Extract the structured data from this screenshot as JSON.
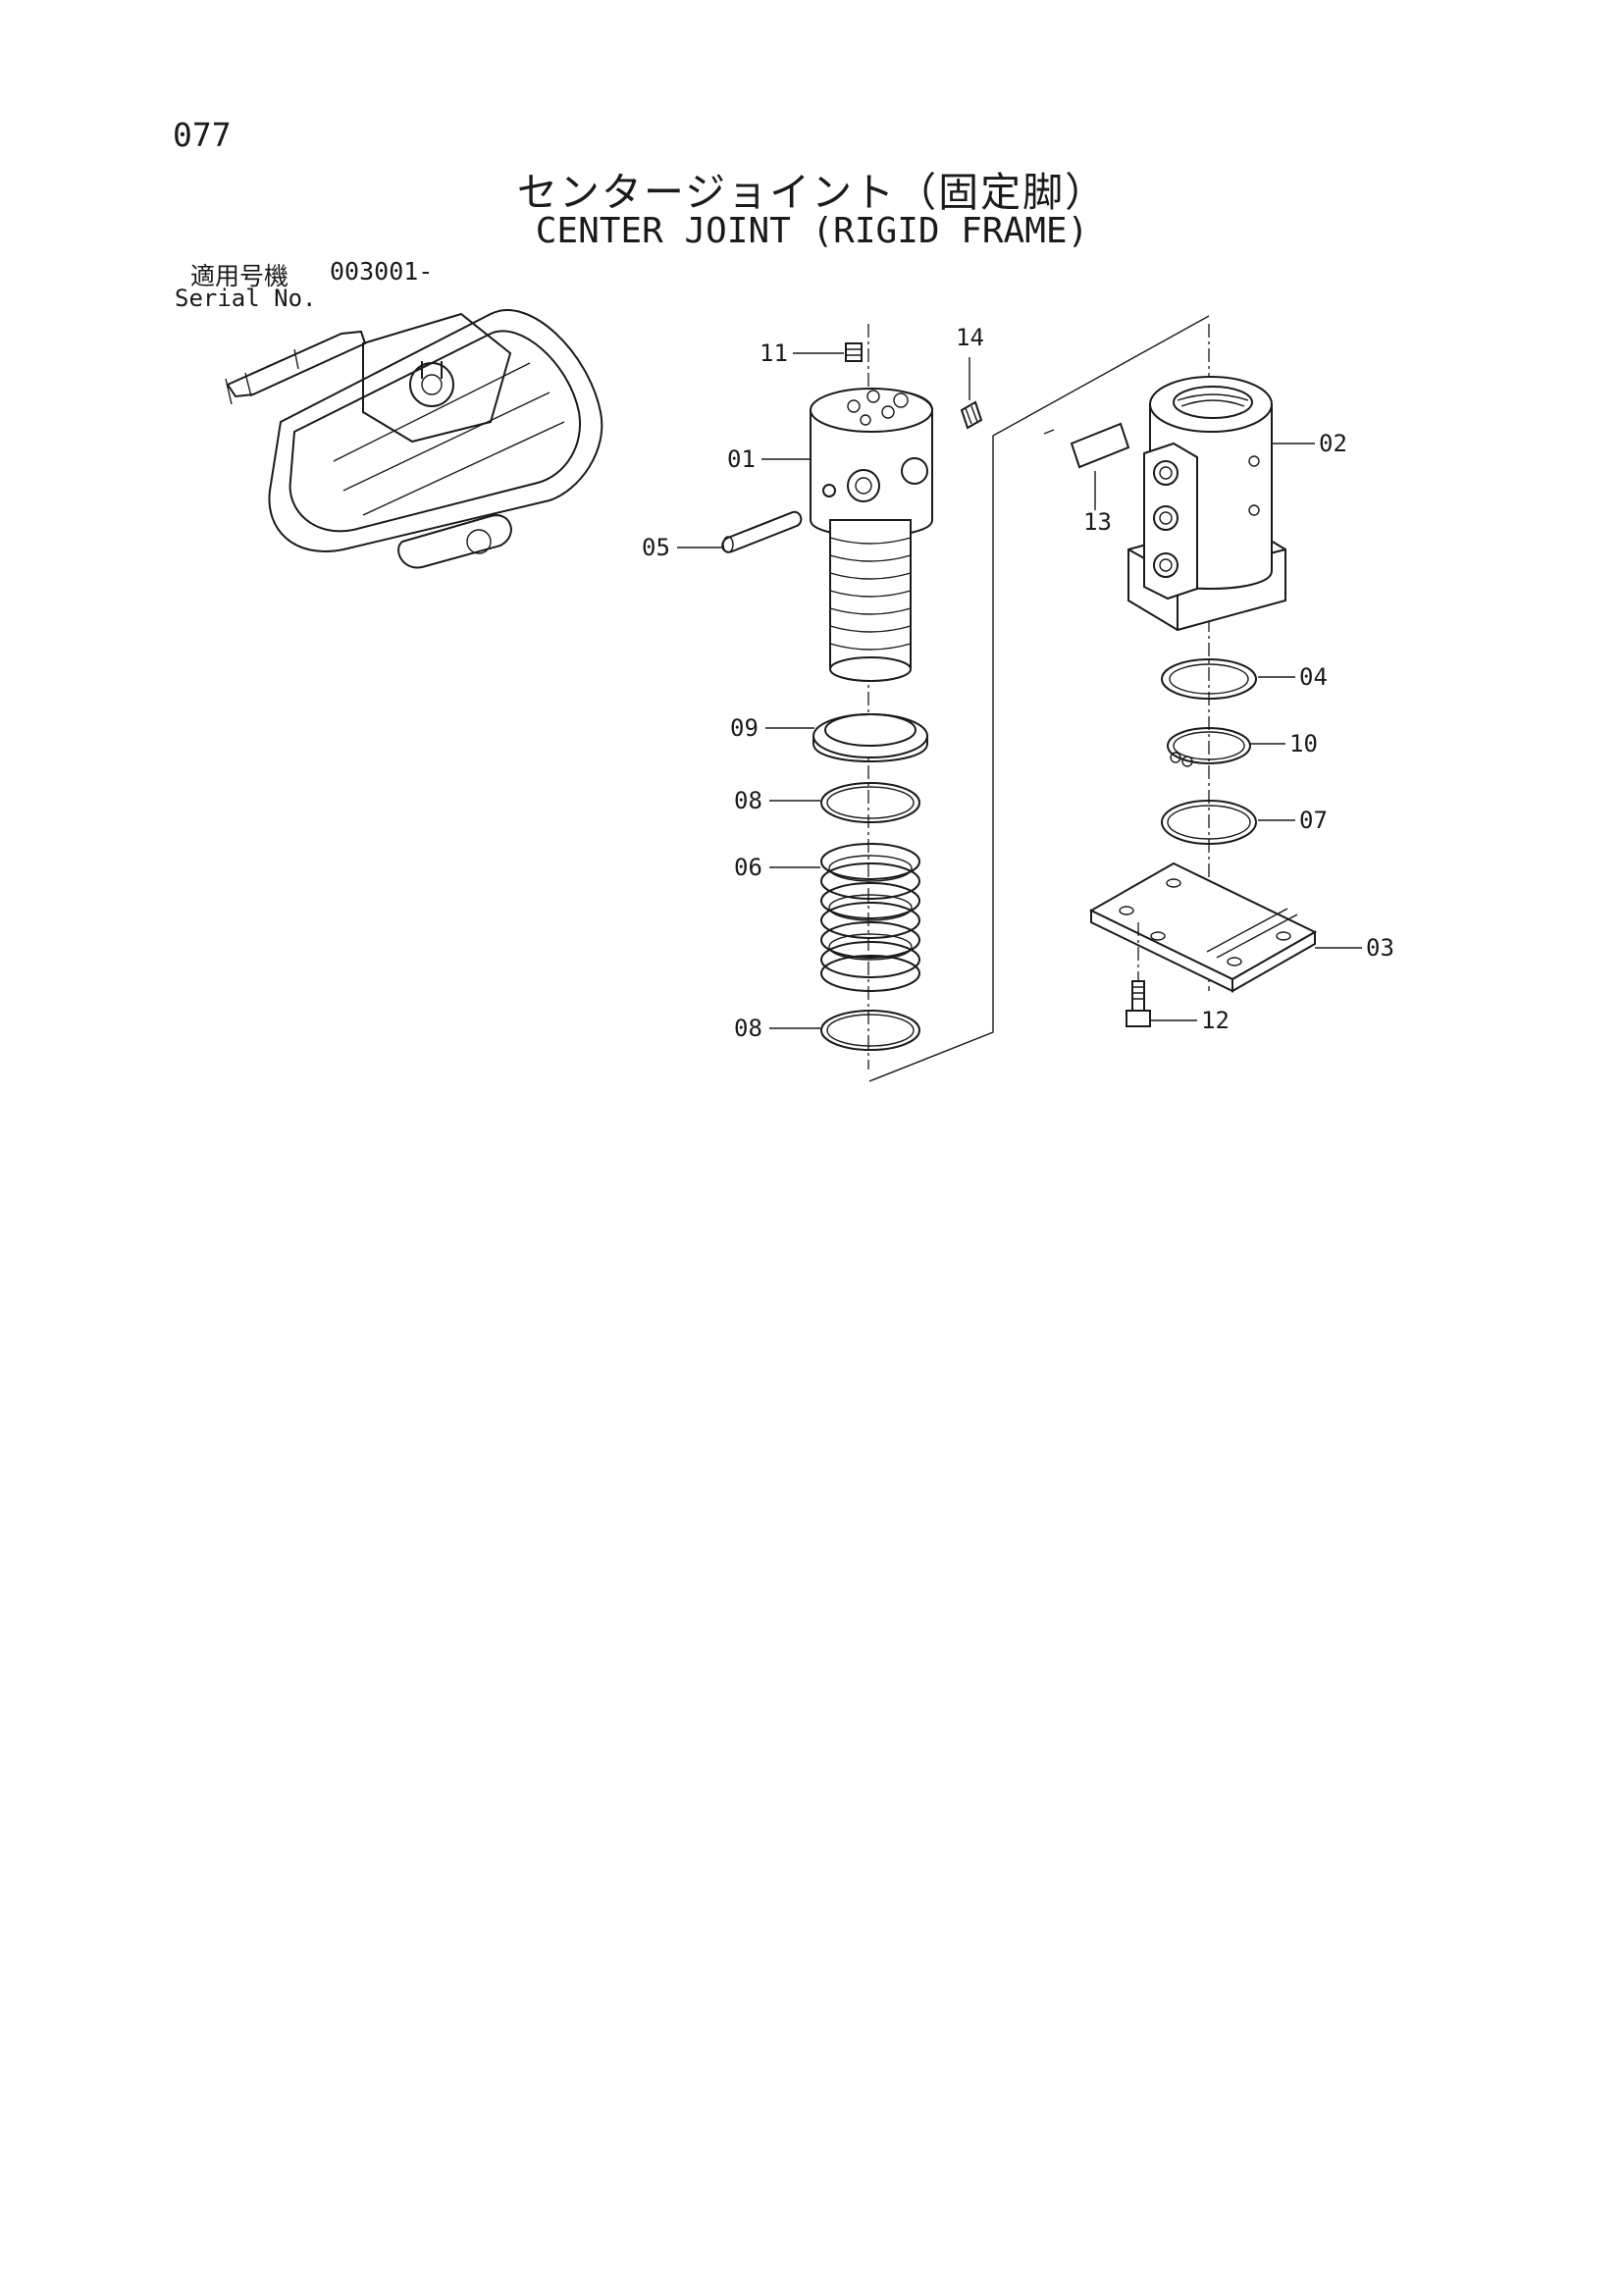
{
  "page_number": "077",
  "title_jp": "センタージョイント（固定脚）",
  "title_en": "CENTER JOINT (RIGID FRAME)",
  "serial": {
    "label_jp": "適用号機",
    "value": "003001-",
    "label_en": "Serial No."
  },
  "callouts": [
    {
      "id": "11",
      "text": "11"
    },
    {
      "id": "14",
      "text": "14"
    },
    {
      "id": "01",
      "text": "01"
    },
    {
      "id": "05",
      "text": "05"
    },
    {
      "id": "09",
      "text": "09"
    },
    {
      "id": "08a",
      "text": "08"
    },
    {
      "id": "06",
      "text": "06"
    },
    {
      "id": "08b",
      "text": "08"
    },
    {
      "id": "13",
      "text": "13"
    },
    {
      "id": "02",
      "text": "02"
    },
    {
      "id": "04",
      "text": "04"
    },
    {
      "id": "10",
      "text": "10"
    },
    {
      "id": "07",
      "text": "07"
    },
    {
      "id": "03",
      "text": "03"
    },
    {
      "id": "12",
      "text": "12"
    }
  ]
}
